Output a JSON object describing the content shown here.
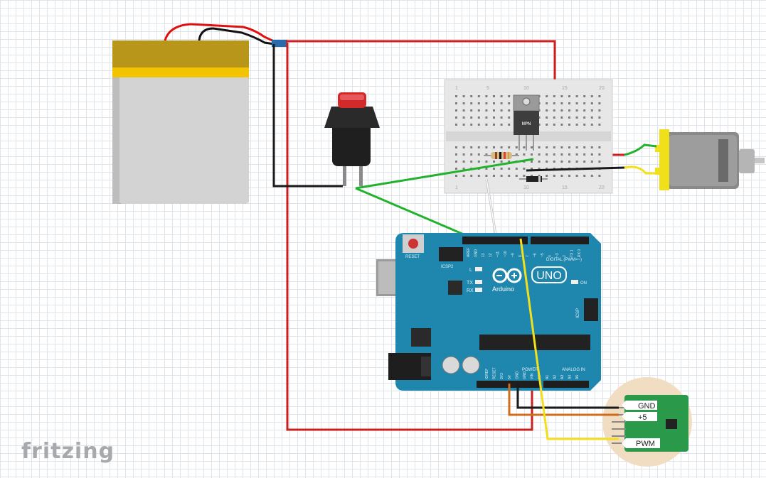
{
  "app": {
    "brand": "fritzing"
  },
  "breadboard": {
    "top_numbers": [
      "1",
      "5",
      "10",
      "15",
      "20"
    ],
    "bottom_numbers": [
      "1",
      "5",
      "10",
      "15",
      "20"
    ],
    "transistor_label": "NPN"
  },
  "arduino": {
    "reset_label": "RESET",
    "icsp2_label": "ICSP2",
    "icsp_label": "ICSP",
    "logo_text": "UNO",
    "brand": "Arduino",
    "led_l": "L",
    "led_tx": "TX",
    "led_rx": "RX",
    "on_label": "ON",
    "digital_label": "DIGITAL (PWM=~)",
    "power_label": "POWER",
    "analog_label": "ANALOG IN",
    "top_pin_labels": [
      "AREF",
      "GND",
      "13",
      "12",
      "~11",
      "~10",
      "~9",
      "8",
      "7",
      "~6",
      "~5",
      "4",
      "~3",
      "2",
      "TX 1",
      "RX 0"
    ],
    "bottom_pin_labels": [
      "IOREF",
      "RESET",
      "3V3",
      "5V",
      "GND",
      "GND",
      "VIN",
      "A0",
      "A1",
      "A2",
      "A3",
      "A4",
      "A5"
    ]
  },
  "receiver": {
    "pins": [
      "GND",
      "+5",
      "PWM"
    ]
  },
  "colors": {
    "wire_red": "#cc1f1f",
    "wire_black": "#1a1a1a",
    "wire_green": "#22b22d",
    "wire_yellow": "#f4e01a",
    "wire_orange": "#d06c1a",
    "wire_white": "#e6e6e6",
    "arduino_board": "#1f87ad",
    "battery_gold": "#b8961a",
    "battery_body": "#d2d2d2",
    "motor_yellow": "#f0e01a",
    "receiver_board": "#2a9a4a"
  }
}
